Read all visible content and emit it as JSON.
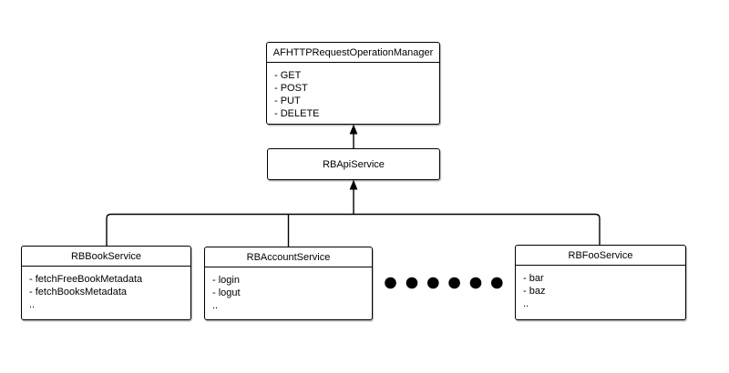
{
  "diagram": {
    "type": "uml-class-diagram",
    "background_color": "#ffffff",
    "line_color": "#000000",
    "classes": [
      {
        "title": "AFHTTPRequestOperationManager",
        "members": [
          "- GET",
          "- POST",
          "- PUT",
          "- DELETE"
        ]
      },
      {
        "title": "RBApiService",
        "members": []
      },
      {
        "title": "RBBookService",
        "members": [
          "- fetchFreeBookMetadata",
          "- fetchBooksMetadata",
          ".."
        ]
      },
      {
        "title": "RBAccountService",
        "members": [
          "- login",
          "- logut",
          ".."
        ]
      },
      {
        "title": "RBFooService",
        "members": [
          "- bar",
          "- baz",
          ".."
        ]
      }
    ],
    "relations": [
      {
        "from": "RBApiService",
        "to": "AFHTTPRequestOperationManager",
        "style": "filled-triangle-arrow"
      },
      {
        "from": "RBBookService",
        "to": "RBApiService",
        "style": "filled-triangle-arrow-shared-trunk"
      },
      {
        "from": "RBAccountService",
        "to": "RBApiService",
        "style": "filled-triangle-arrow-shared-trunk"
      },
      {
        "from": "RBFooService",
        "to": "RBApiService",
        "style": "filled-triangle-arrow-shared-trunk"
      }
    ],
    "ellipsis_dot_count": 6
  }
}
